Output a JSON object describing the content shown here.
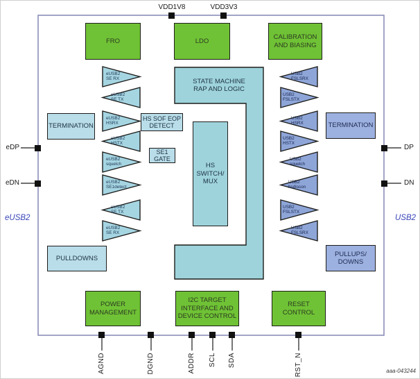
{
  "title": "eUSB2 to USB2 repeater block diagram",
  "colors": {
    "green": "#6FC235",
    "cyan_light": "#B9DDE9",
    "cyan_tri": "#A6D5E2",
    "cyan_core": "#9ED3DB",
    "peri_light": "#9DB1E0",
    "peri_tri": "#8EA5D8",
    "chip_border": "#8486B4",
    "side_label_blue": "#3A46B8"
  },
  "blocks": {
    "fro": "FRO",
    "ldo": "LDO",
    "calibration": "CALIBRATION\nAND BIASING",
    "state_machine": "STATE MACHINE\nRAP AND LOGIC",
    "hs_switch_mux": "HS\nSWITCH/\nMUX",
    "hs_sof_eop_detect": "HS SOF EOP\nDETECT",
    "se1_gate": "SE1\nGATE",
    "termination_left": "TERMINATION",
    "termination_right": "TERMINATION",
    "pulldowns": "PULLDOWNS",
    "pullups_downs": "PULLUPS/\nDOWNS",
    "power_management": "POWER\nMANAGEMENT",
    "i2c_target": "I2C TARGET\nINTERFACE AND\nDEVICE CONTROL",
    "reset_control": "RESET\nCONTROL"
  },
  "triangles": {
    "left": [
      "eUSB2\nSE RX",
      "eUSB2\nSE TX",
      "eUSB2\nHSRX",
      "eUSB2\nHSTX",
      "eUSB2\nsquelch",
      "eUSB2\nSE1detect",
      "eUSB2\nSE TX",
      "eUSB2\nSE RX"
    ],
    "right": [
      "USB2\nFSLSRX",
      "USB2\nFSLSTX",
      "USB2\nHSRX",
      "USB2\nHSTX",
      "USB2\nsquelch",
      "USB2\nhsdiscon",
      "USB2\nFSLSTX",
      "USB2\nFSLSRX"
    ]
  },
  "pins": {
    "top": [
      {
        "label": "VDD1V8"
      },
      {
        "label": "VDD3V3"
      }
    ],
    "left": [
      {
        "label": "eDP"
      },
      {
        "label": "eDN"
      }
    ],
    "right": [
      {
        "label": "DP"
      },
      {
        "label": "DN"
      }
    ],
    "bottom": [
      {
        "label": "AGND"
      },
      {
        "label": "DGND"
      },
      {
        "label": "ADDR"
      },
      {
        "label": "SCL"
      },
      {
        "label": "SDA"
      },
      {
        "label": "RST_N"
      }
    ]
  },
  "side_labels": {
    "left": "eUSB2",
    "right": "USB2"
  },
  "figure_id": "aaa-043244"
}
